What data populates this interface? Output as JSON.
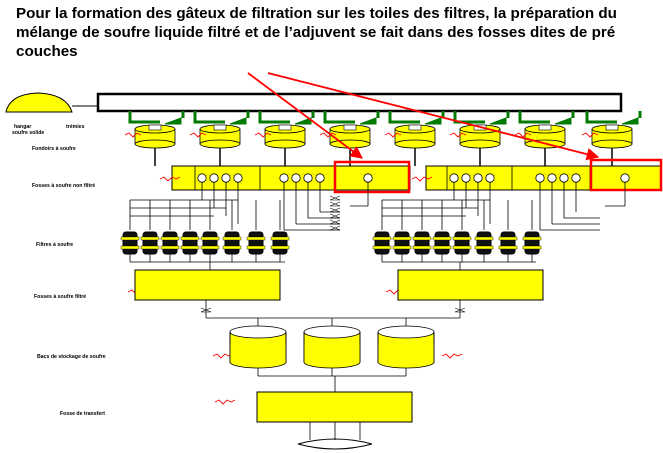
{
  "caption": "Pour la formation des gâteux de filtration sur les toiles des filtres, la préparation du mélange de soufre liquide filtré et de l’adjuvent se fait dans des fosses dites de pré couches",
  "labels": {
    "hangar": "hangar\nsoufre solide",
    "tremies": "trémies",
    "fondoirs": "Fondoirs à soufre",
    "fosses_non_filtre": "Fosses à soufre non filtré",
    "filtres": "Filtres à soufre",
    "fosses_filtre": "Fosses à soufre filtré",
    "bacs": "Bacs de stockage de soufre",
    "fosse_transfert": "Fosse de transfert"
  },
  "colors": {
    "equipment_fill": "#ffff00",
    "highlight_box": "#ff0000",
    "arrow": "#ff0000",
    "conveyor_green": "#007a00",
    "line": "#000000"
  }
}
